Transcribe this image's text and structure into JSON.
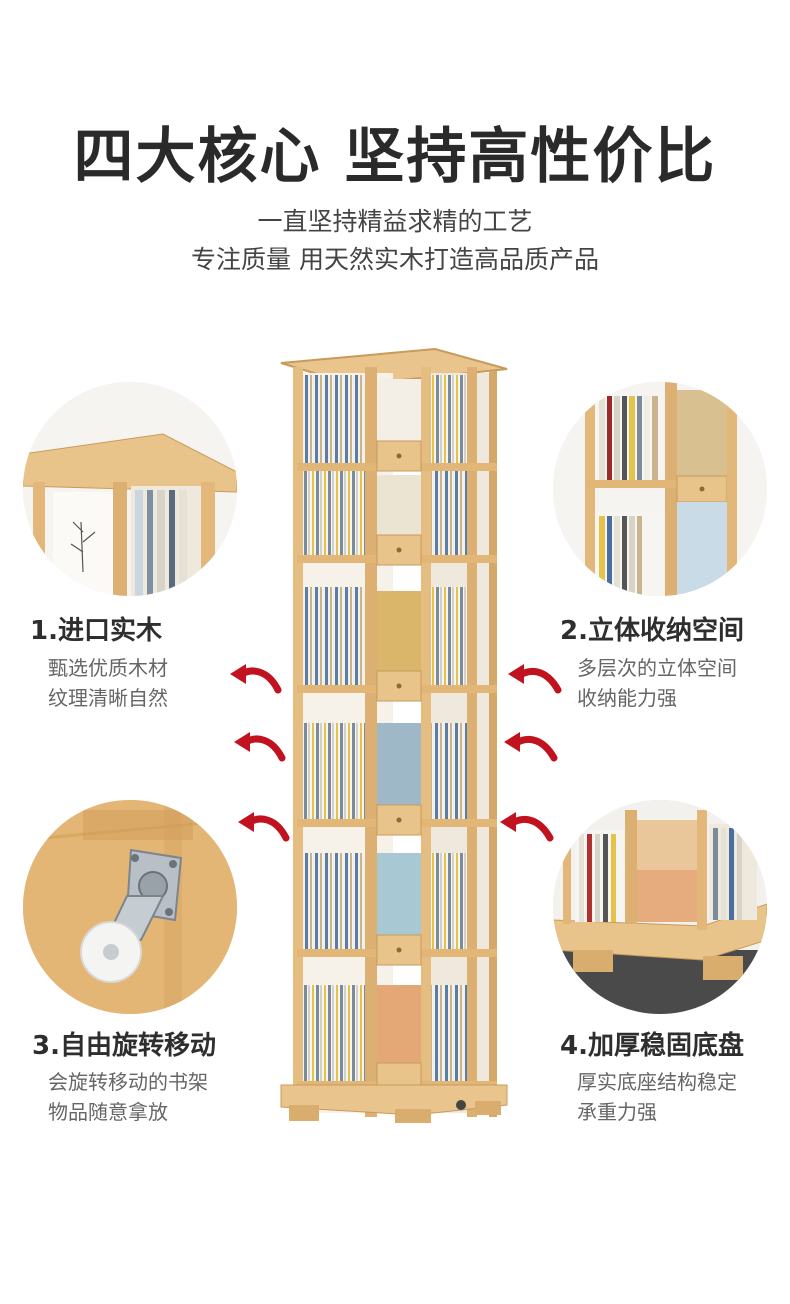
{
  "header": {
    "title": "四大核心 坚持高性价比",
    "subtitle_line1": "一直坚持精益求精的工艺",
    "subtitle_line2": "专注质量 用天然实木打造高品质产品"
  },
  "features": [
    {
      "title": "1.进口实木",
      "desc_line1": "甄选优质木材",
      "desc_line2": "纹理清晰自然"
    },
    {
      "title": "2.立体收纳空间",
      "desc_line1": "多层次的立体空间",
      "desc_line2": "收纳能力强"
    },
    {
      "title": "3.自由旋转移动",
      "desc_line1": "会旋转移动的书架",
      "desc_line2": "物品随意拿放"
    },
    {
      "title": "4.加厚稳固底盘",
      "desc_line1": "厚实底座结构稳定",
      "desc_line2": "承重力强"
    }
  ],
  "colors": {
    "wood": "#e8c48a",
    "wood_dark": "#c99a5a",
    "arrow_red": "#c0121f",
    "title_text": "#2a2a2a"
  },
  "icons": [
    "rotate-arrow-icon",
    "wood-grain-icon",
    "caster-wheel-icon"
  ]
}
